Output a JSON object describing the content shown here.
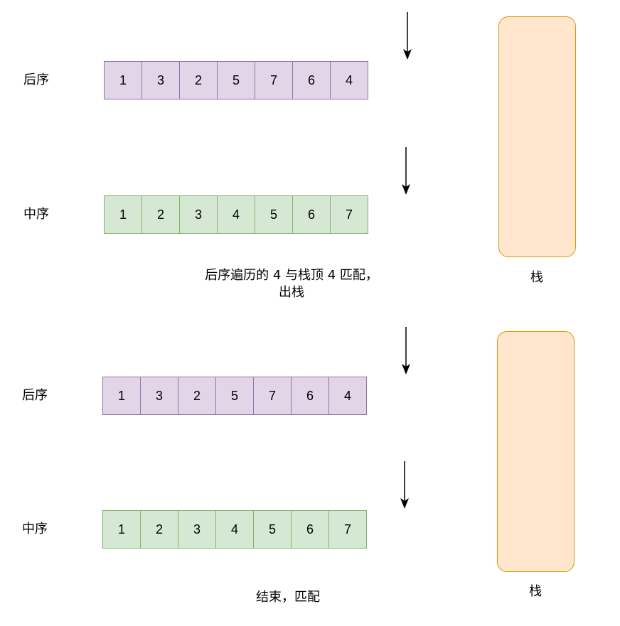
{
  "panels": [
    {
      "postorder_label": "后序",
      "postorder": [
        "1",
        "3",
        "2",
        "5",
        "7",
        "6",
        "4"
      ],
      "inorder_label": "中序",
      "inorder": [
        "1",
        "2",
        "3",
        "4",
        "5",
        "6",
        "7"
      ],
      "caption_line1": "后序遍历的 4 与栈顶 4 匹配，",
      "caption_line2": "出栈",
      "stack_label": "栈"
    },
    {
      "postorder_label": "后序",
      "postorder": [
        "1",
        "3",
        "2",
        "5",
        "7",
        "6",
        "4"
      ],
      "inorder_label": "中序",
      "inorder": [
        "1",
        "2",
        "3",
        "4",
        "5",
        "6",
        "7"
      ],
      "caption_line1": "结束，匹配",
      "stack_label": "栈"
    }
  ],
  "colors": {
    "postorder_fill": "#e1d5e7",
    "postorder_stroke": "#9673a6",
    "inorder_fill": "#d5e8d4",
    "inorder_stroke": "#82b366",
    "stack_fill": "#ffe6cc",
    "stack_stroke": "#d79b00"
  }
}
